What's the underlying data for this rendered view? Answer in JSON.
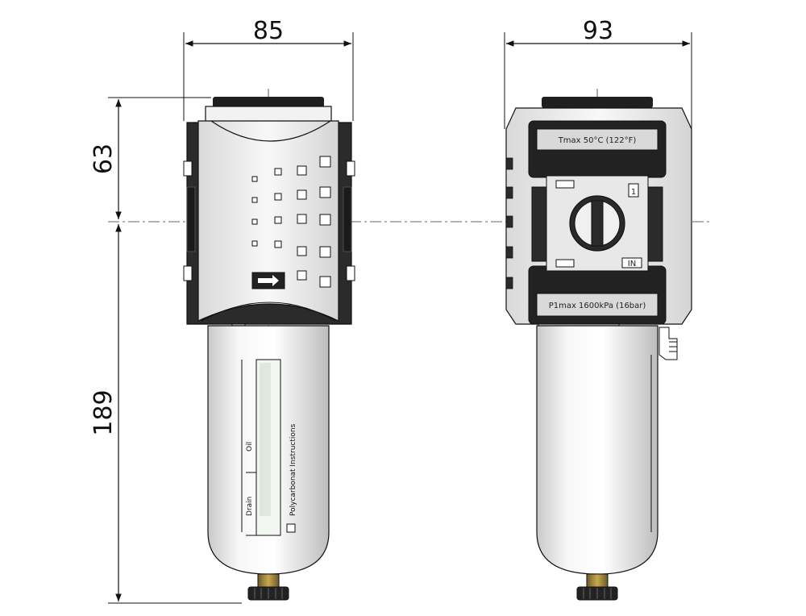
{
  "dimensions": {
    "front_width": "85",
    "side_width": "93",
    "upper_height": "63",
    "lower_height": "189"
  },
  "labels": {
    "oil": "Oil",
    "drain": "Drain",
    "bowl_text": "Polycarbonat Instructions",
    "tmax": "Tmax 50°C (122°F)",
    "pmax": "P1max 1600kPa (16bar)",
    "port_1": "1",
    "port_in": "IN"
  },
  "colors": {
    "body_dark": "#2b2b2b",
    "body_light": "#ececec",
    "line": "#111111"
  }
}
